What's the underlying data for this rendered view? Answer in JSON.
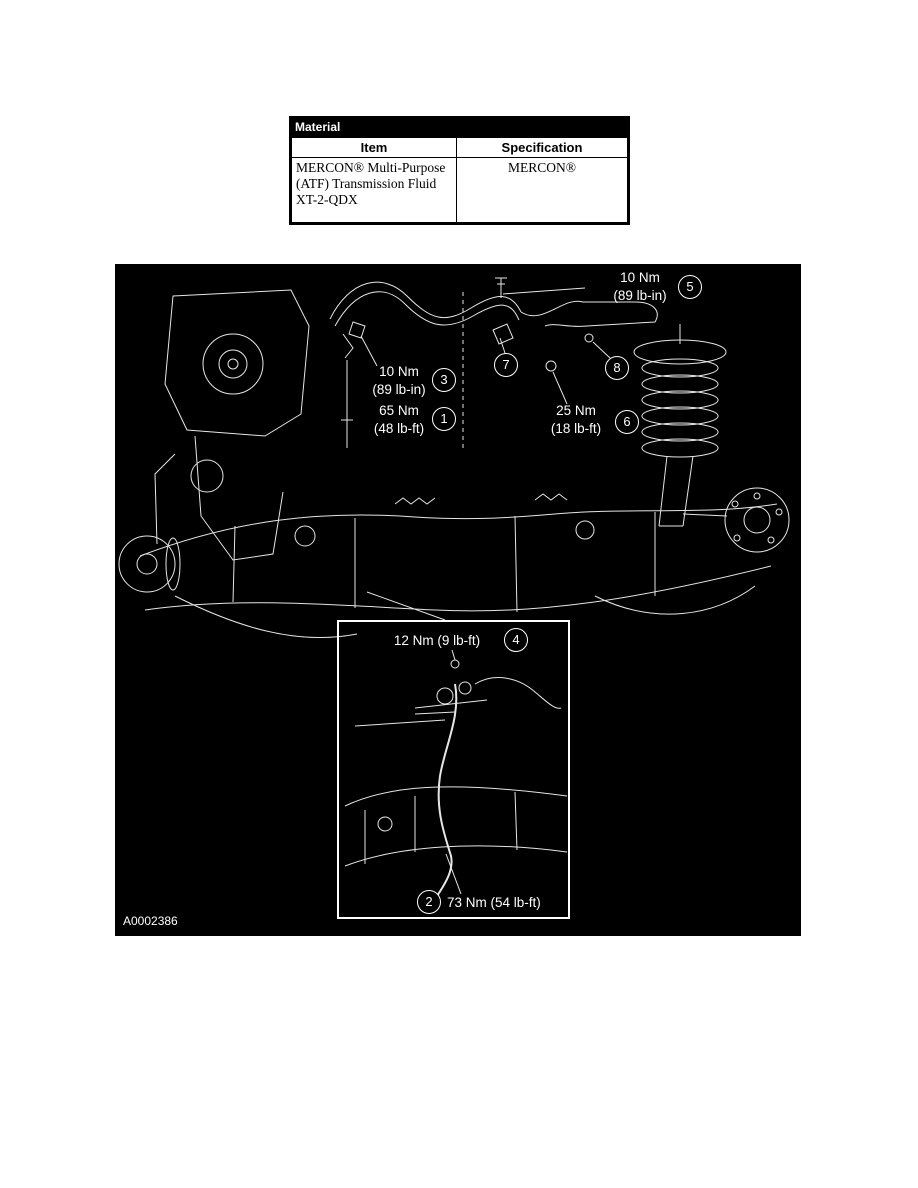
{
  "material_table": {
    "title": "Material",
    "header": {
      "item": "Item",
      "specification": "Specification"
    },
    "row": {
      "item": "MERCON® Multi-Purpose (ATF) Transmission Fluid XT-2-QDX",
      "specification": "MERCON®"
    }
  },
  "diagram": {
    "figure_code": "A0002386",
    "callouts": {
      "c1": {
        "number": "1",
        "line1": "65 Nm",
        "line2": "(48 lb-ft)"
      },
      "c2": {
        "number": "2",
        "line1": "73 Nm (54 lb-ft)"
      },
      "c3": {
        "number": "3",
        "line1": "10 Nm",
        "line2": "(89 lb-in)"
      },
      "c4": {
        "number": "4",
        "line1": "12 Nm (9 lb-ft)"
      },
      "c5": {
        "number": "5",
        "line1": "10 Nm",
        "line2": "(89 lb-in)"
      },
      "c6": {
        "number": "6",
        "line1": "25 Nm",
        "line2": "(18 lb-ft)"
      },
      "c7": {
        "number": "7"
      },
      "c8": {
        "number": "8"
      }
    }
  }
}
